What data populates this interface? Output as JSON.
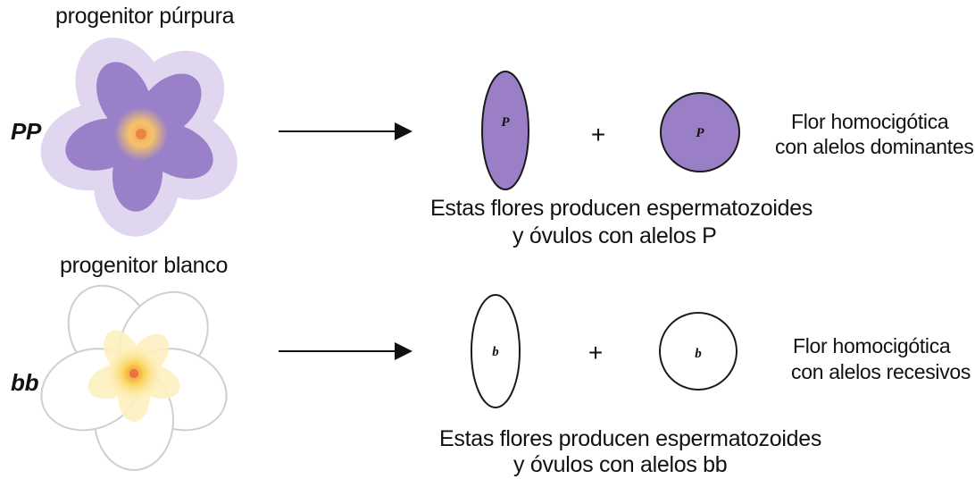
{
  "rows": [
    {
      "parent_label": "progenitor púrpura",
      "genotype": "PP",
      "flower_icon": "purple-flower-icon",
      "sperm_letter": "P",
      "egg_letter": "P",
      "plus": "+",
      "fill_color": "#9b7fc6",
      "description_line1": "Estas flores producen espermatozoides",
      "description_line2": "y óvulos con alelos P",
      "type_line1": "Flor homocigótica",
      "type_line2": "con alelos dominantes"
    },
    {
      "parent_label": "progenitor blanco",
      "genotype": "bb",
      "flower_icon": "white-flower-icon",
      "sperm_letter": "b",
      "egg_letter": "b",
      "plus": "+",
      "fill_color": "#ffffff",
      "description_line1": "Estas flores producen espermatozoides",
      "description_line2": "y óvulos con alelos bb",
      "type_line1": "Flor homocigótica",
      "type_line2": "con alelos recesivos"
    }
  ]
}
